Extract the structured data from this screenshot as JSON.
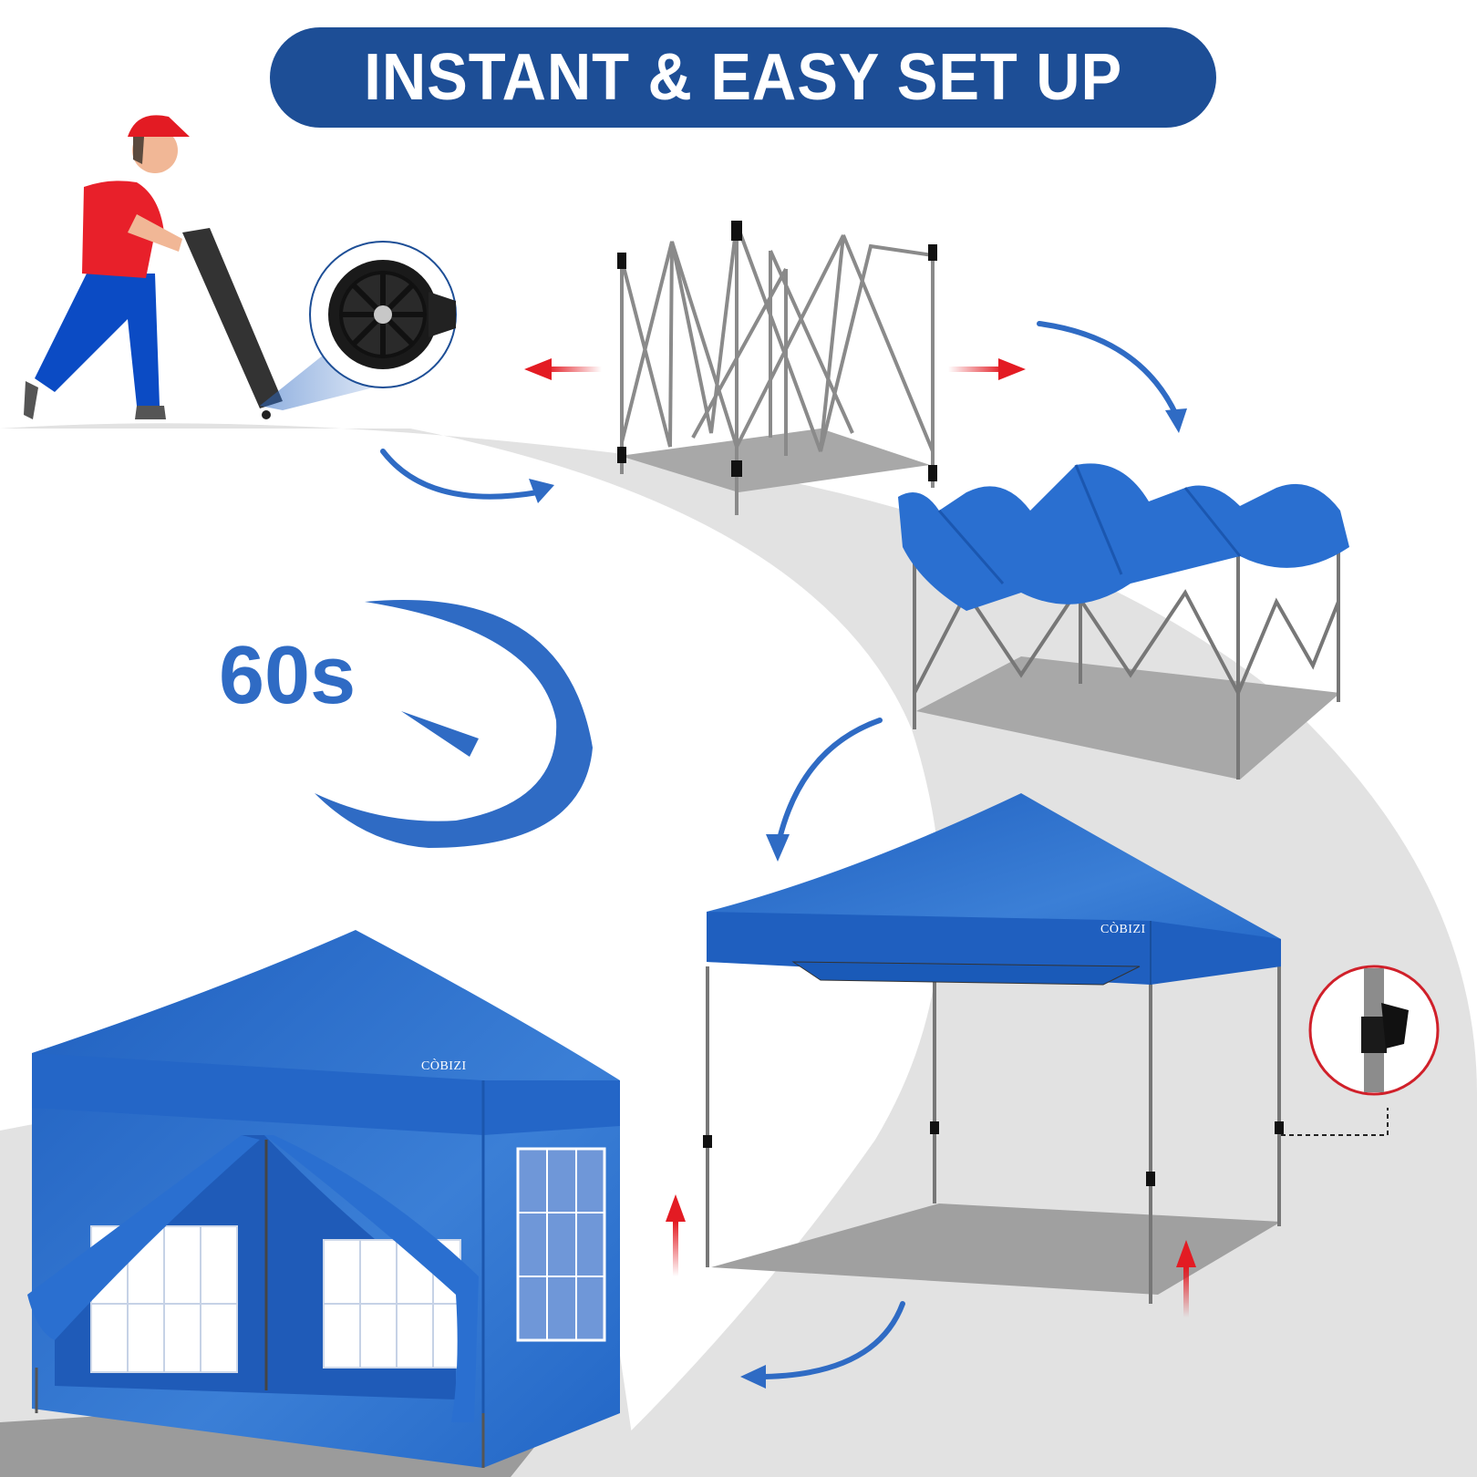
{
  "banner": {
    "title": "INSTANT & EASY SET UP"
  },
  "timer": {
    "label": "60s"
  },
  "brand": {
    "name": "CÒBIZI"
  },
  "colors": {
    "banner_bg": "#1d4e96",
    "accent_blue": "#2f6bc4",
    "tent_blue": "#2166c7",
    "arrow_red": "#e31b23",
    "path_gray": "#e2e2e2",
    "shadow_gray": "#9e9e9e"
  },
  "steps": [
    {
      "id": "step-1",
      "name": "carry-bag-with-wheels"
    },
    {
      "id": "step-2",
      "name": "expand-frame"
    },
    {
      "id": "step-3",
      "name": "attach-canopy"
    },
    {
      "id": "step-4",
      "name": "raise-legs"
    },
    {
      "id": "step-5",
      "name": "add-sidewalls"
    }
  ],
  "callouts": [
    {
      "id": "wheel-detail",
      "name": "wheel-closeup"
    },
    {
      "id": "leg-lock-detail",
      "name": "leg-lock-closeup"
    }
  ]
}
